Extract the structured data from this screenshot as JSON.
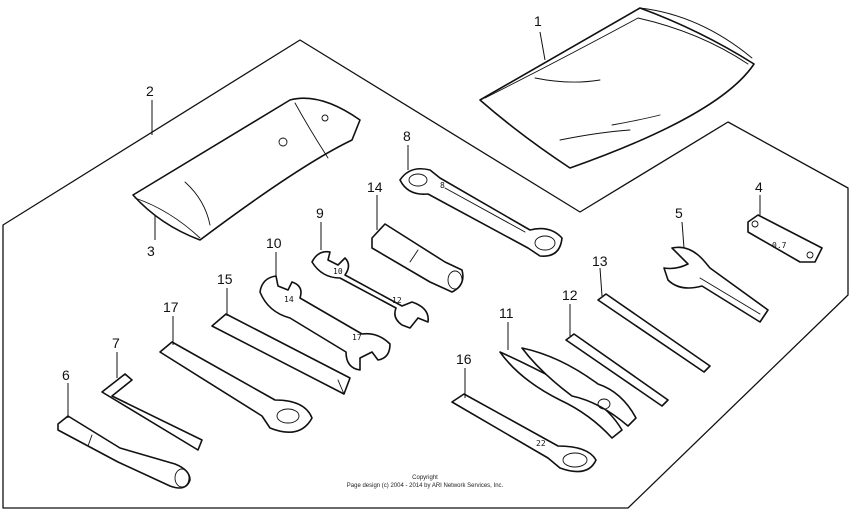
{
  "callouts": {
    "c1": "1",
    "c2": "2",
    "c3": "3",
    "c4": "4",
    "c5": "5",
    "c6": "6",
    "c7": "7",
    "c8": "8",
    "c9": "9",
    "c10": "10",
    "c11": "11",
    "c12": "12",
    "c13": "13",
    "c14": "14",
    "c15": "15",
    "c16": "16",
    "c17": "17"
  },
  "part_marks": {
    "plug_tool": "0.7",
    "wrench8": "8",
    "wrench10": "10",
    "wrench12": "12",
    "wrench14": "14",
    "wrench17": "17",
    "wrench22": "22"
  },
  "copyright": {
    "line1": "Copyright",
    "line2": "Page design (c) 2004 - 2014 by ARI Network Services, Inc."
  }
}
